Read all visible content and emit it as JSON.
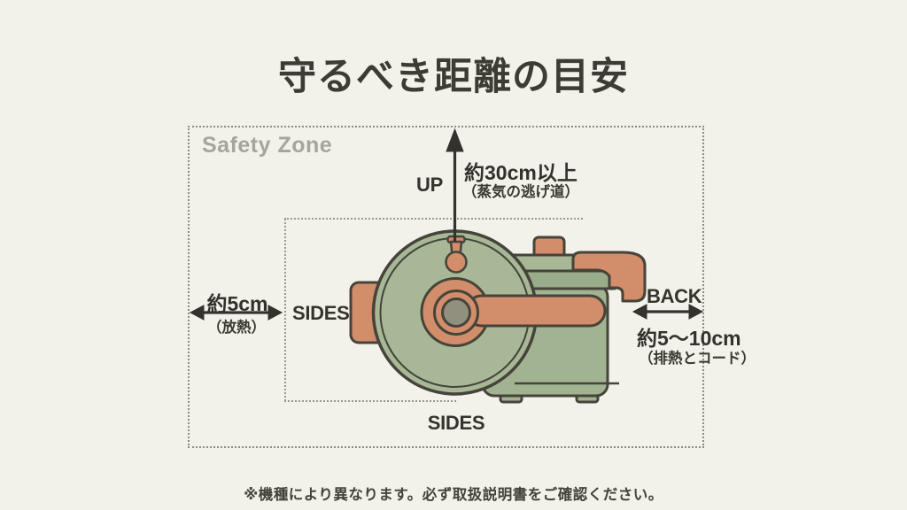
{
  "title": "守るべき距離の目安",
  "safety_zone": {
    "label": "Safety Zone"
  },
  "clearances": {
    "up": {
      "label": "UP",
      "distance": "約30cm以上",
      "note": "（蒸気の逃げ道）"
    },
    "left": {
      "label": "SIDES",
      "distance": "約5cm",
      "note": "（放熱）"
    },
    "back": {
      "label": "BACK",
      "distance": "約5〜10cm",
      "note": "（排熱とコード）"
    },
    "bottom": {
      "label": "SIDES"
    }
  },
  "footnote": "※機種により異なります。必ず取扱説明書をご確認ください。",
  "illustration": {
    "name": "electric-pressure-cooker"
  },
  "colors": {
    "background": "#f2f1ea",
    "dotted_border": "#8e8c82",
    "title_text": "#3c3b34",
    "label_text": "#34332c",
    "muted_label": "#a6a59d",
    "pot_green": "#a8b897",
    "pot_green_dark": "#9aad8a",
    "accent_orange": "#d28d6a",
    "outline": "#45433a",
    "knob_gray": "#91907e",
    "arrow": "#33322c"
  }
}
